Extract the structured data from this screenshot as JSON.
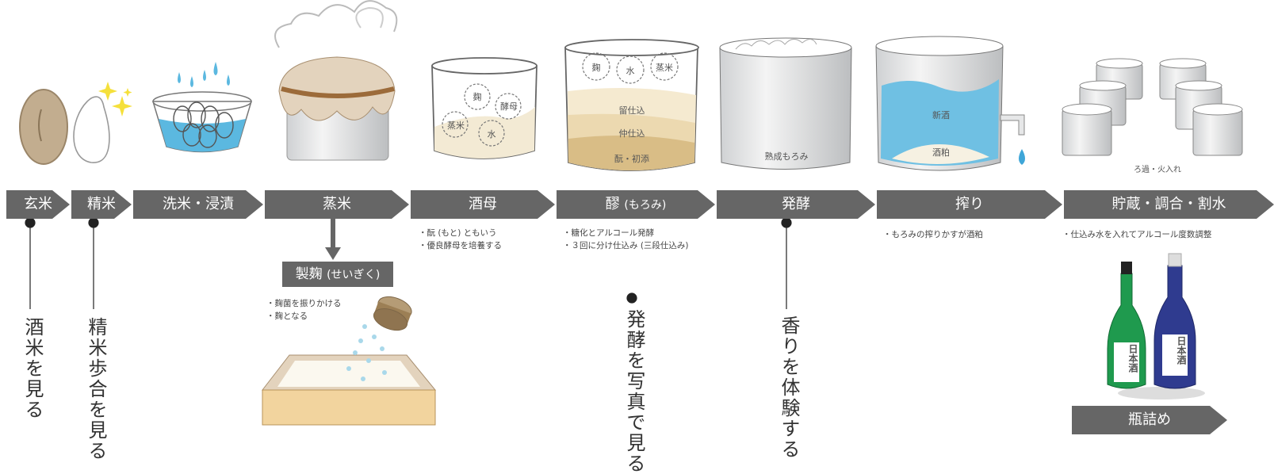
{
  "steps": {
    "genmai": "玄米",
    "seimai": "精米",
    "senmai": "洗米・浸漬",
    "jomai": "蒸米",
    "shubo": "酒母",
    "moromi_main": "醪",
    "moromi_sub": "(もろみ)",
    "hakko": "発酵",
    "shibori": "搾り",
    "chozo": "貯蔵・調合・割水",
    "seikiku_main": "製麹",
    "seikiku_sub": "(せいぎく)",
    "binzume": "瓶詰め"
  },
  "notes": {
    "shubo": [
      "酛 (もと) ともいう",
      "優良酵母を培養する"
    ],
    "moromi": [
      "糖化とアルコール発酵",
      "３回に分け仕込み (三段仕込み)"
    ],
    "shibori": [
      "もろみの搾りかすが酒粕"
    ],
    "chozo": [
      "仕込み水を入れてアルコール度数調整"
    ],
    "seikiku": [
      "麹菌を振りかける",
      "麹となる"
    ]
  },
  "labels": {
    "shubo_koji": "麹",
    "shubo_kobo": "酵母",
    "shubo_jomai": "蒸米",
    "shubo_mizu": "水",
    "moromi_koji": "麹",
    "moromi_mizu": "水",
    "moromi_jomai": "蒸米",
    "tomezoe": "留仕込",
    "nakazoe": "仲仕込",
    "hatsuzoe": "酛・初添",
    "jukusei": "熟成もろみ",
    "shinshu": "新酒",
    "sakekasu": "酒粕",
    "roka": "ろ過・火入れ",
    "bottle_text": "日本酒"
  },
  "experiences": {
    "sakamai": "酒米を見る",
    "seimaibuai": "精米歩合を見る",
    "photo": "発酵を写真で見る",
    "kaori": "香りを体験する"
  },
  "colors": {
    "bar": "#666666",
    "water": "#5bb8e0",
    "grain": "#c2ad8f",
    "box": "#f2d49e",
    "bottle_green": "#1f9a4e",
    "bottle_blue": "#2f3b8f"
  }
}
